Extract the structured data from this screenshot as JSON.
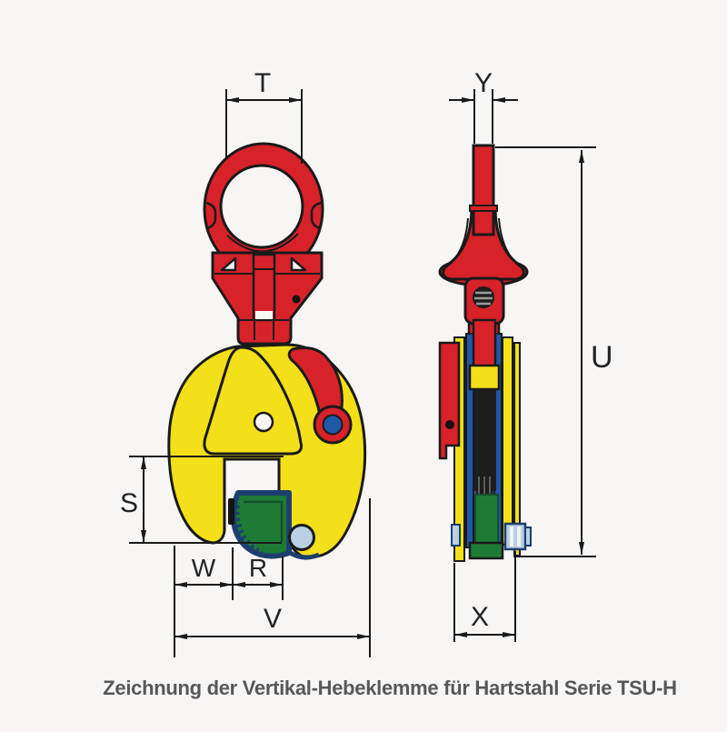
{
  "caption": {
    "text": "Zeichnung der Vertikal-Hebeklemme für Hartstahl Serie TSU-H"
  },
  "dimensions": {
    "T": "T",
    "Y": "Y",
    "U": "U",
    "S": "S",
    "W": "W",
    "R": "R",
    "V": "V",
    "X": "X"
  },
  "colors": {
    "red": "#d7222a",
    "yellow": "#f3df1a",
    "green": "#1e7b36",
    "blue": "#2058a8",
    "navy": "#1e3f6e",
    "light_blue": "#b9cfe4",
    "outline": "#1a1a1a",
    "caption_gray": "#57575a",
    "background": "#f7f6f5"
  }
}
